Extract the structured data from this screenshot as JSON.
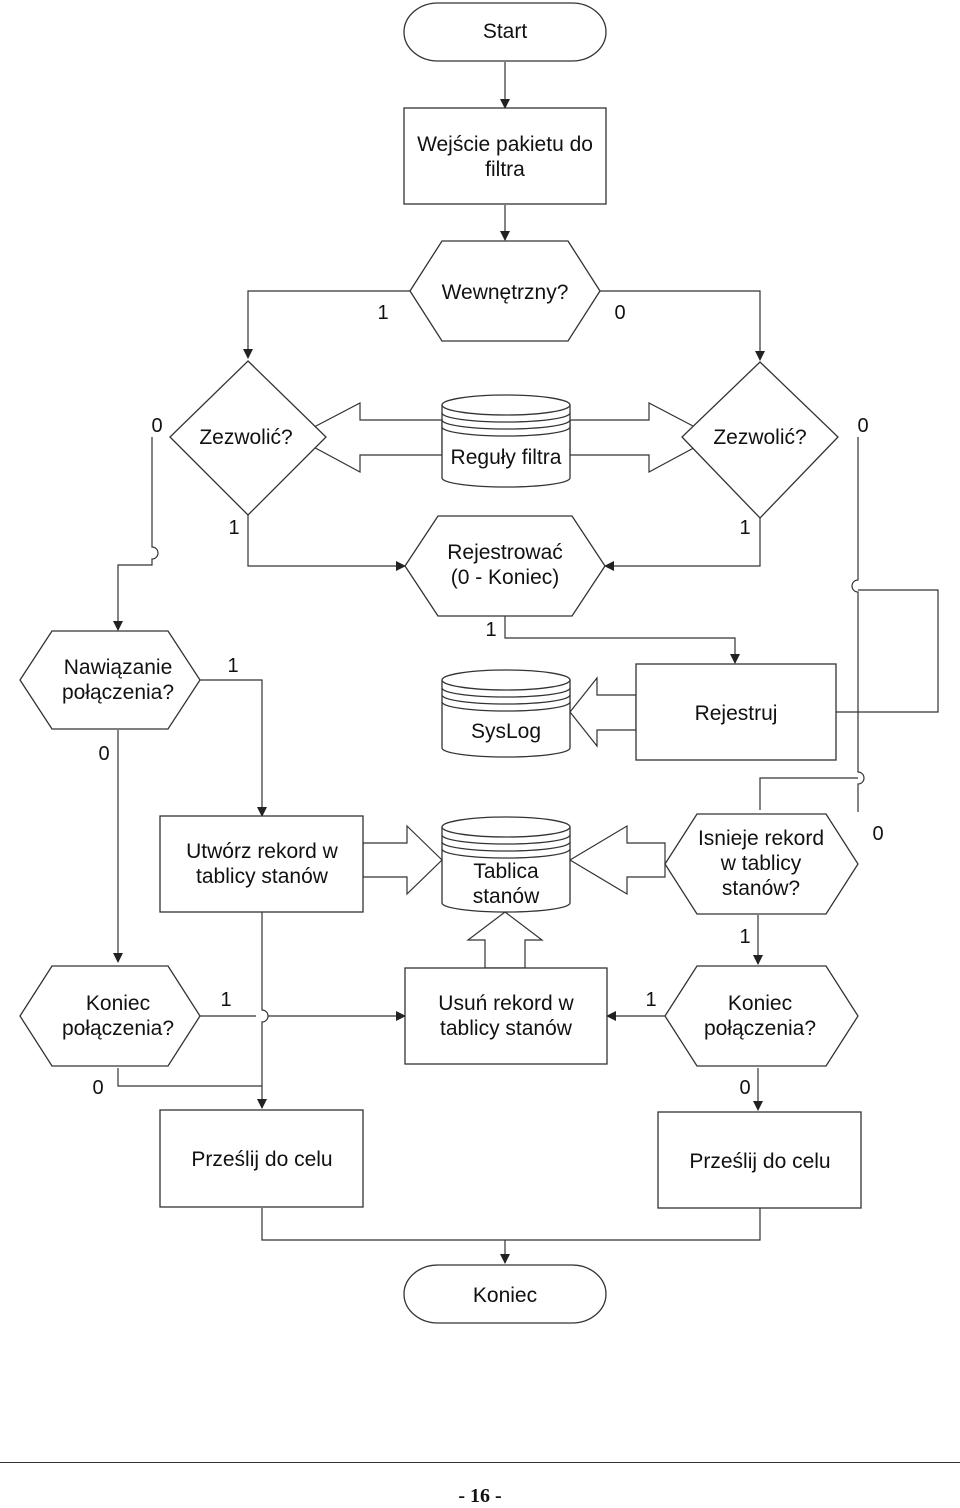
{
  "nodes": {
    "start": [
      "Start"
    ],
    "packet_in": [
      "Wejście pakietu do",
      "filtra"
    ],
    "internal": [
      "Wewnętrzny?"
    ],
    "allow_left": [
      "Zezwolić?"
    ],
    "filter_rules": [
      "Reguły filtra"
    ],
    "allow_right": [
      "Zezwolić?"
    ],
    "log_decision": [
      "Rejestrować",
      "(0 - Koniec)"
    ],
    "connection_est": [
      "Nawiązanie",
      "połączenia?"
    ],
    "syslog": [
      "SysLog"
    ],
    "log": [
      "Rejestruj"
    ],
    "create_record": [
      "Utwórz rekord w",
      "tablicy stanów"
    ],
    "state_table": [
      "Tablica",
      "stanów"
    ],
    "record_exists": [
      "Isnieje rekord",
      "w tablicy",
      "stanów?"
    ],
    "end_conn_left": [
      "Koniec",
      "połączenia?"
    ],
    "delete_record": [
      "Usuń rekord w",
      "tablicy stanów"
    ],
    "end_conn_right": [
      "Koniec",
      "połączenia?"
    ],
    "forward_left": [
      "Prześlij do celu"
    ],
    "forward_right": [
      "Prześlij do celu"
    ],
    "end": [
      "Koniec"
    ]
  },
  "branch_labels": {
    "internal_yes": "1",
    "internal_no": "0",
    "allow_left_no": "0",
    "allow_left_yes": "1",
    "allow_right_no": "0",
    "allow_right_yes": "1",
    "log_yes": "1",
    "conn_est_yes": "1",
    "conn_est_no": "0",
    "record_exists_no": "0",
    "record_exists_yes": "1",
    "end_left_yes": "1",
    "end_left_no": "0",
    "end_right_yes": "1",
    "end_right_no": "0"
  },
  "footer": {
    "page_number": "- 16 -"
  }
}
